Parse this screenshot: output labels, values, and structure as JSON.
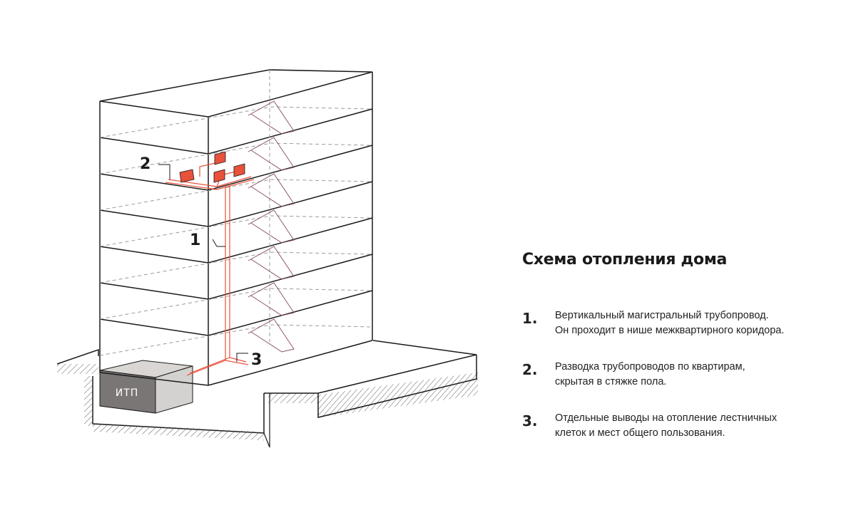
{
  "title": "Схема отопления дома",
  "building_label": "ИТП",
  "items": [
    {
      "number": "1.",
      "marker": "1",
      "lines": [
        "Вертикальный магистральный трубопровод.",
        "Он проходит в нише межквартирного коридора."
      ]
    },
    {
      "number": "2.",
      "marker": "2",
      "lines": [
        "Разводка трубопроводов по квартирам,",
        "скрытая в стяжке пола."
      ]
    },
    {
      "number": "3.",
      "marker": "3",
      "lines": [
        "Отдельные выводы на отопление лестничных",
        "клеток и мест общего пользования."
      ]
    }
  ],
  "colors": {
    "pipe": "#e8513a",
    "lines": "#1a1a1a",
    "stairs": "#8a5560",
    "itp_front": "#7a7676",
    "itp_side": "#d4d2d0",
    "itp_top": "#d9d6d3"
  }
}
